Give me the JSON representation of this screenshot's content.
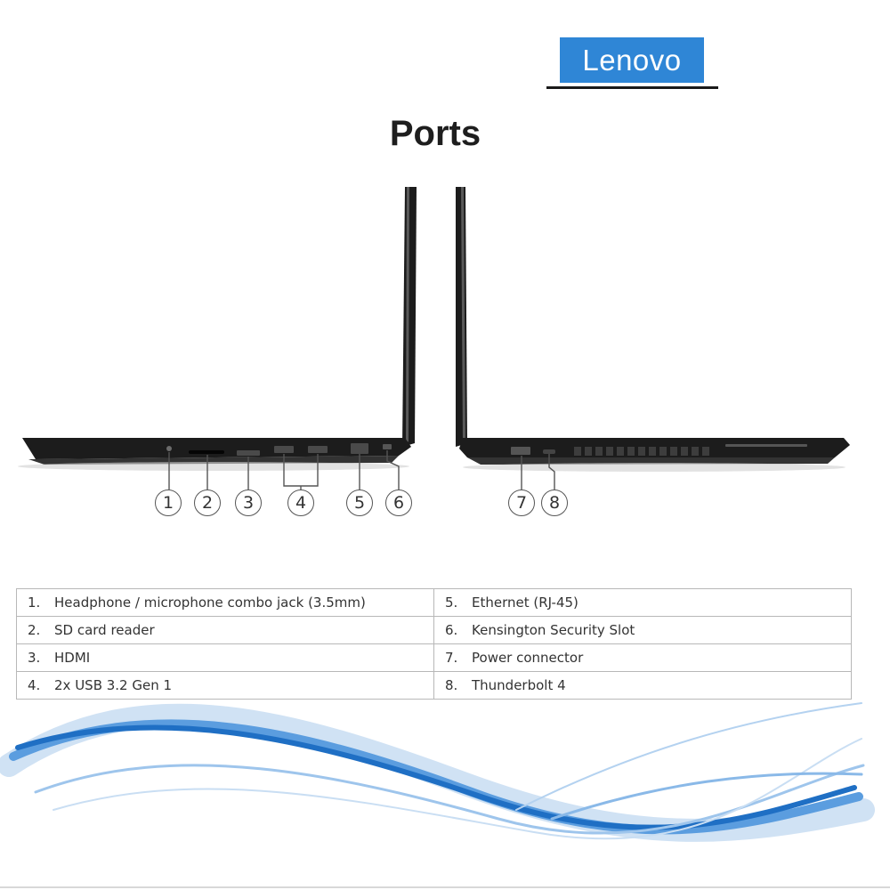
{
  "brand": {
    "logo": "Lenovo",
    "color": "#2f86d6"
  },
  "title": "Ports",
  "callouts": {
    "left": [
      "1",
      "2",
      "3",
      "4",
      "5",
      "6"
    ],
    "right": [
      "7",
      "8"
    ]
  },
  "ports": {
    "left_column": [
      {
        "num": "1.",
        "label": "Headphone / microphone combo jack (3.5mm)"
      },
      {
        "num": "2.",
        "label": "SD card reader"
      },
      {
        "num": "3.",
        "label": "HDMI"
      },
      {
        "num": "4.",
        "label": "2x USB 3.2 Gen 1"
      }
    ],
    "right_column": [
      {
        "num": "5.",
        "label": "Ethernet (RJ-45)"
      },
      {
        "num": "6.",
        "label": "Kensington Security Slot"
      },
      {
        "num": "7.",
        "label": "Power connector"
      },
      {
        "num": "8.",
        "label": "Thunderbolt 4"
      }
    ]
  },
  "colors": {
    "laptop": "#1c1c1c",
    "wave": "#2f7fd1"
  }
}
